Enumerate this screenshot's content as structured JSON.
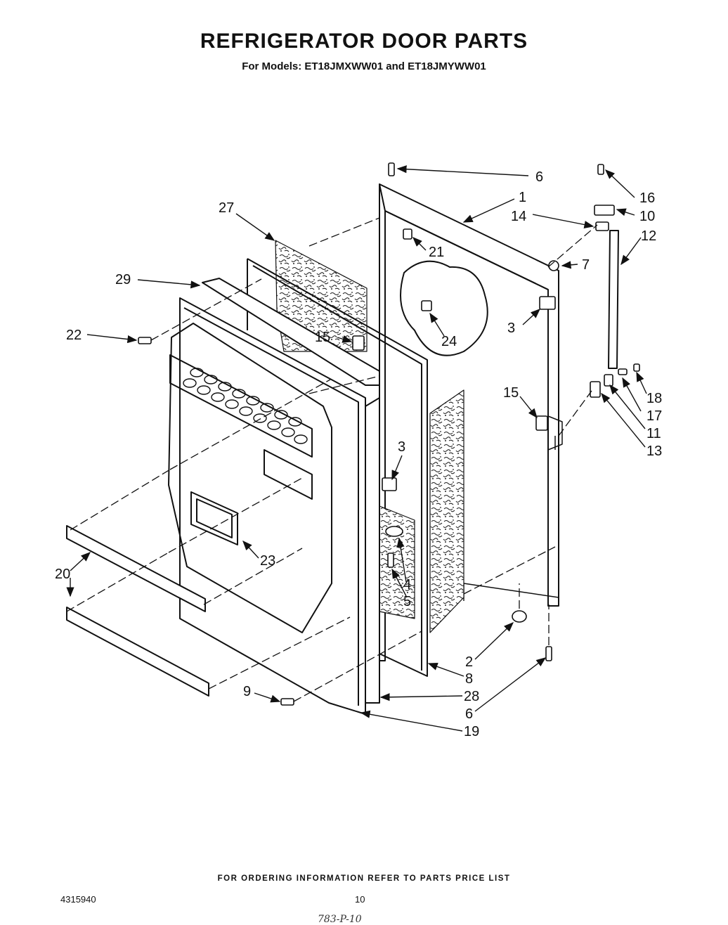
{
  "header": {
    "title": "REFRIGERATOR DOOR PARTS",
    "subtitle": "For Models: ET18JMXWW01 and ET18JMYWW01"
  },
  "callouts": {
    "c1": "1",
    "c2": "2",
    "c3a": "3",
    "c3b": "3",
    "c4": "4",
    "c5": "5",
    "c6a": "6",
    "c6b": "6",
    "c7": "7",
    "c8": "8",
    "c9": "9",
    "c10": "10",
    "c11": "11",
    "c12": "12",
    "c13": "13",
    "c14": "14",
    "c15a": "15",
    "c15b": "15",
    "c16": "16",
    "c17": "17",
    "c18": "18",
    "c19": "19",
    "c20": "20",
    "c21": "21",
    "c22": "22",
    "c23": "23",
    "c24": "24",
    "c27": "27",
    "c28": "28",
    "c29": "29"
  },
  "footer": {
    "ordering_note": "FOR ORDERING INFORMATION REFER TO PARTS PRICE LIST",
    "doc_number": "4315940",
    "page_number": "10",
    "handwritten_note": "783-P-10"
  }
}
